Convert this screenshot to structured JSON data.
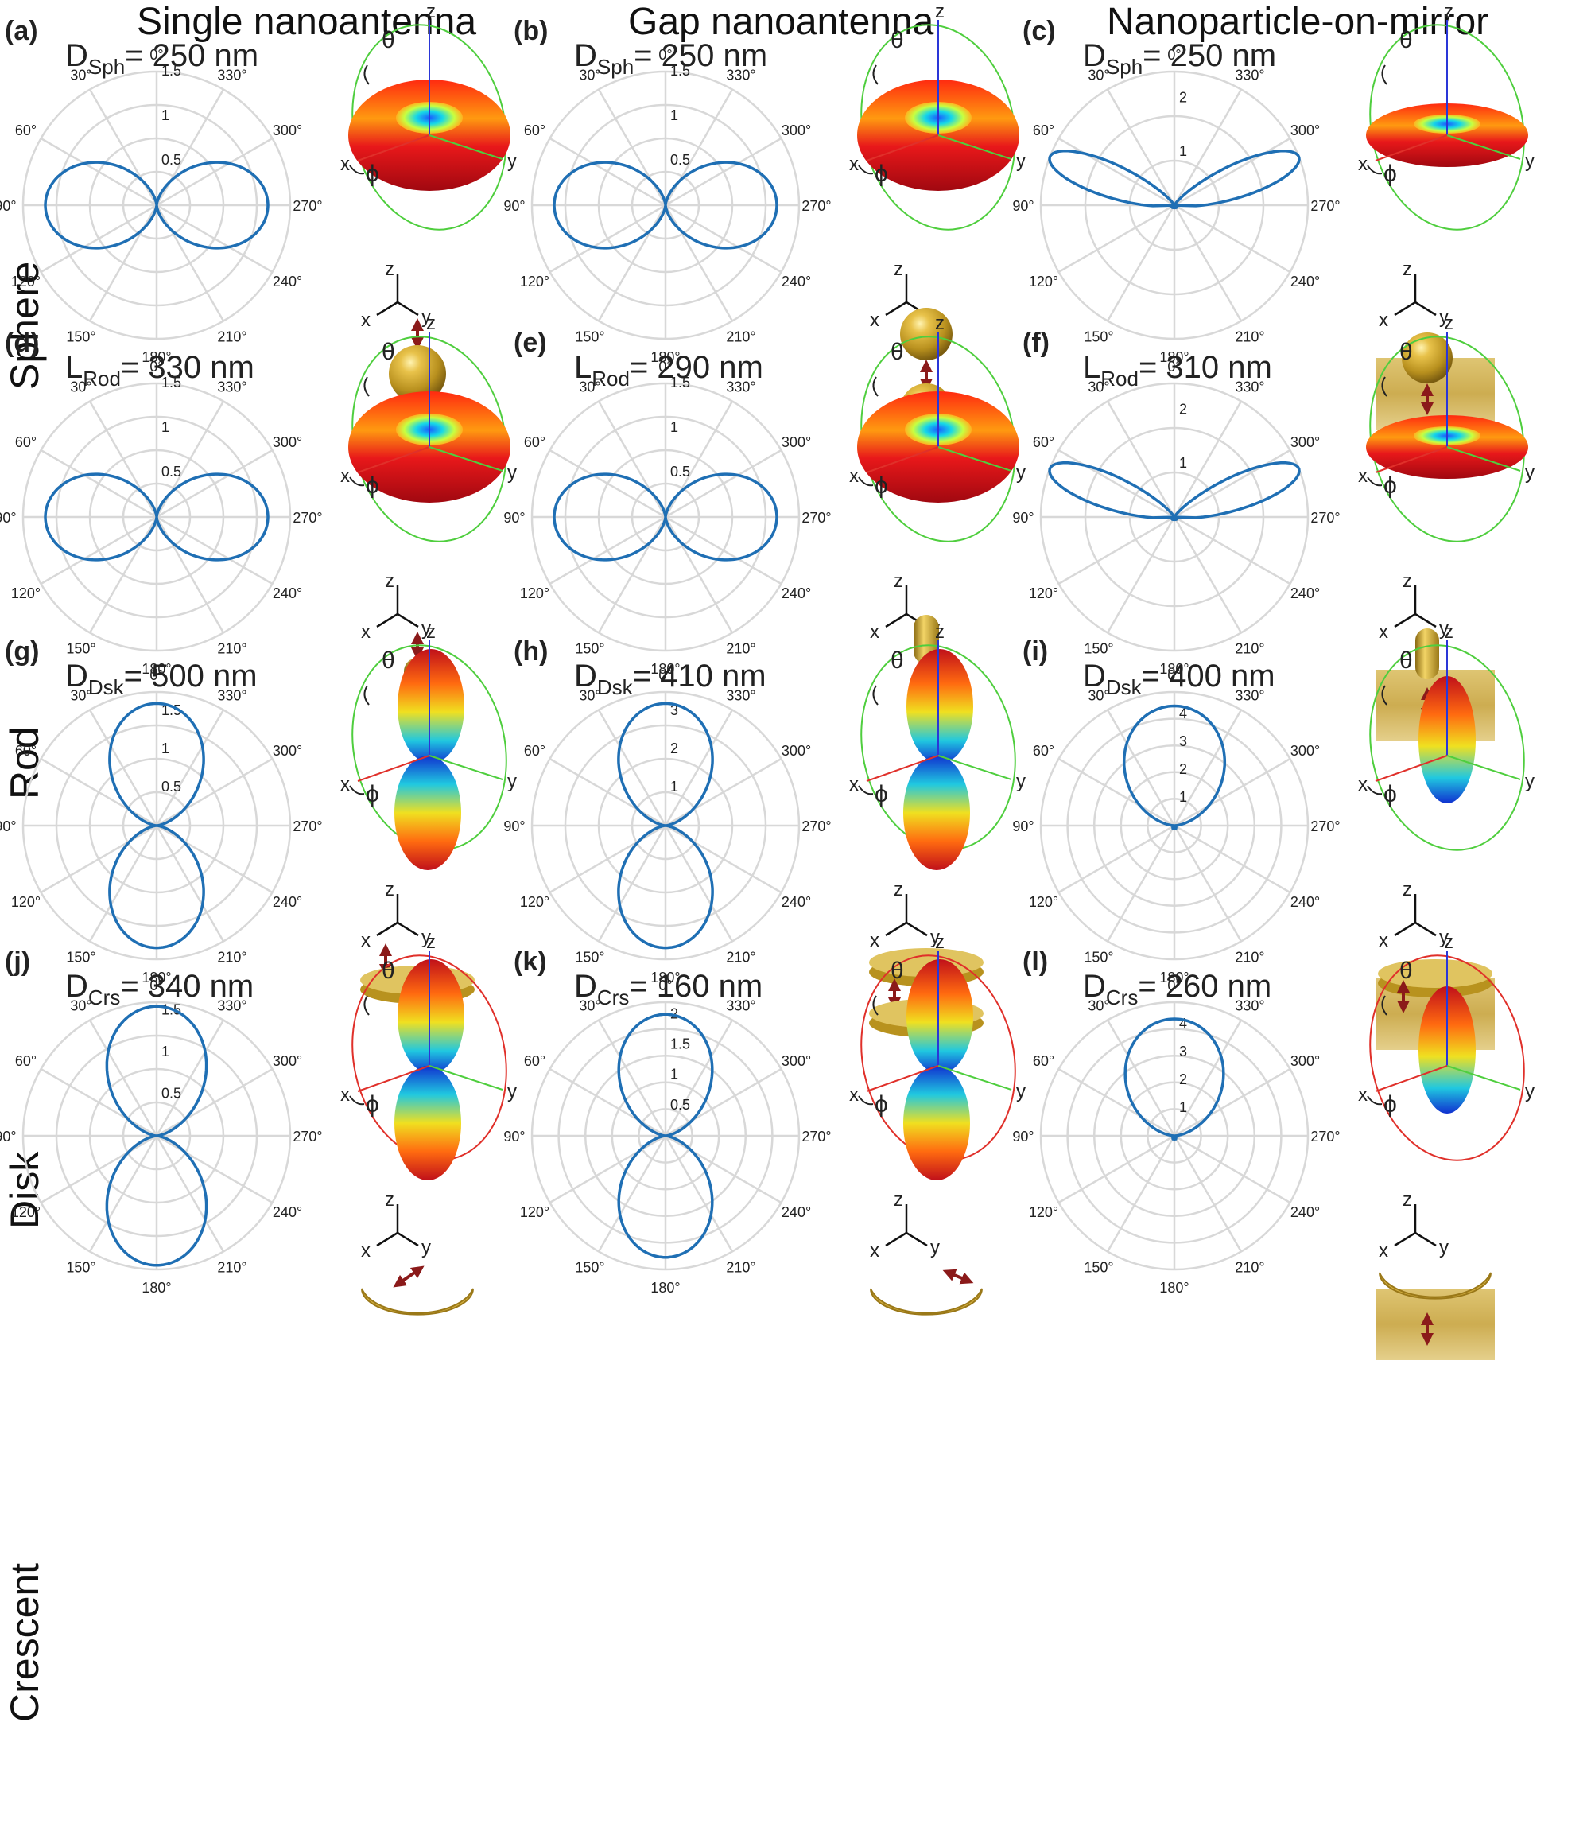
{
  "columns": [
    "Single nanoantenna",
    "Gap nanoantenna",
    "Nanoparticle-on-mirror"
  ],
  "rows": [
    "Sphere",
    "Rod",
    "Disk",
    "Crescent"
  ],
  "angle_labels": [
    "0°",
    "30°",
    "60°",
    "90°",
    "120°",
    "150°",
    "180°",
    "210°",
    "240°",
    "270°",
    "300°",
    "330°"
  ],
  "colors": {
    "curve": "#1f6fb4",
    "grid": "#d8d8d8",
    "xaxis": "#e0302a",
    "yaxis": "#4fce3e",
    "zaxis": "#2a36d8",
    "ring_green": "#4fce3e",
    "ring_red": "#e0302a",
    "gold": "#c9a227",
    "arrow": "#8b1a1a"
  },
  "angle_symbols": {
    "theta": "θ",
    "phi": "ϕ"
  },
  "axis_letters": {
    "x": "x",
    "y": "y",
    "z": "z"
  },
  "chart_data": [
    {
      "type": "polar",
      "panel": "(a)",
      "label": "D",
      "sub": "Sph",
      "value": "= 250 nm",
      "row": 0,
      "col": 0,
      "pattern": "horizontal",
      "rmax": 1.5,
      "ticks": [
        "0.5",
        "1",
        "1.5"
      ],
      "peak": 1.25,
      "far_field": "torus",
      "ring": "green",
      "schematic": "sphere"
    },
    {
      "type": "polar",
      "panel": "(b)",
      "label": "D",
      "sub": "Sph",
      "value": "= 250 nm",
      "row": 0,
      "col": 1,
      "pattern": "horizontal",
      "rmax": 1.5,
      "ticks": [
        "0.5",
        "1",
        "1.5"
      ],
      "peak": 1.25,
      "far_field": "torus",
      "ring": "green",
      "schematic": "sphere-gap"
    },
    {
      "type": "polar",
      "panel": "(c)",
      "label": "D",
      "sub": "Sph",
      "value": "= 250 nm",
      "row": 0,
      "col": 2,
      "pattern": "mirror-lobes",
      "rmax": 2.5,
      "ticks": [
        "1",
        "2"
      ],
      "peak": 2.5,
      "far_field": "flat-torus",
      "ring": "green",
      "schematic": "sphere-mirror"
    },
    {
      "type": "polar",
      "panel": "(d)",
      "label": "L",
      "sub": "Rod",
      "value": "= 330 nm",
      "row": 1,
      "col": 0,
      "pattern": "horizontal",
      "rmax": 1.5,
      "ticks": [
        "0.5",
        "1",
        "1.5"
      ],
      "peak": 1.25,
      "far_field": "torus",
      "ring": "green",
      "schematic": "rod"
    },
    {
      "type": "polar",
      "panel": "(e)",
      "label": "L",
      "sub": "Rod",
      "value": "= 290 nm",
      "row": 1,
      "col": 1,
      "pattern": "horizontal",
      "rmax": 1.5,
      "ticks": [
        "0.5",
        "1",
        "1.5"
      ],
      "peak": 1.25,
      "far_field": "torus",
      "ring": "green",
      "schematic": "rod-gap"
    },
    {
      "type": "polar",
      "panel": "(f)",
      "label": "L",
      "sub": "Rod",
      "value": "= 310 nm",
      "row": 1,
      "col": 2,
      "pattern": "mirror-lobes",
      "rmax": 2.5,
      "ticks": [
        "1",
        "2"
      ],
      "peak": 2.5,
      "far_field": "flat-torus",
      "ring": "green",
      "schematic": "rod-mirror"
    },
    {
      "type": "polar",
      "panel": "(g)",
      "label": "D",
      "sub": "Dsk",
      "value": "= 500 nm",
      "row": 2,
      "col": 0,
      "pattern": "vertical",
      "rmax": 1.75,
      "ticks": [
        "0.5",
        "1",
        "1.5"
      ],
      "peak": 1.6,
      "far_field": "vertical-lobes",
      "ring": "green",
      "schematic": "disk"
    },
    {
      "type": "polar",
      "panel": "(h)",
      "label": "D",
      "sub": "Dsk",
      "value": "= 410 nm",
      "row": 2,
      "col": 1,
      "pattern": "vertical",
      "rmax": 3.5,
      "ticks": [
        "1",
        "2",
        "3"
      ],
      "peak": 3.2,
      "far_field": "vertical-lobes",
      "ring": "green",
      "schematic": "disk-gap"
    },
    {
      "type": "polar",
      "panel": "(i)",
      "label": "D",
      "sub": "Dsk",
      "value": "= 400 nm",
      "row": 2,
      "col": 2,
      "pattern": "up-lobe",
      "rmax": 4.8,
      "ticks": [
        "1",
        "2",
        "3",
        "4"
      ],
      "peak": 4.3,
      "far_field": "single-lobe",
      "ring": "green",
      "schematic": "disk-mirror"
    },
    {
      "type": "polar",
      "panel": "(j)",
      "label": "D",
      "sub": "Crs",
      "value": "= 340 nm",
      "row": 3,
      "col": 0,
      "pattern": "vertical",
      "rmax": 1.6,
      "ticks": [
        "0.5",
        "1",
        "1.5"
      ],
      "peak": 1.55,
      "far_field": "vertical-lobes",
      "ring": "red",
      "schematic": "crescent"
    },
    {
      "type": "polar",
      "panel": "(k)",
      "label": "D",
      "sub": "Crs",
      "value": "= 160 nm",
      "row": 3,
      "col": 1,
      "pattern": "vertical",
      "rmax": 2.2,
      "ticks": [
        "0.5",
        "1",
        "1.5",
        "2"
      ],
      "peak": 2.0,
      "far_field": "vertical-lobes",
      "ring": "red",
      "schematic": "crescent-gap"
    },
    {
      "type": "polar",
      "panel": "(l)",
      "label": "D",
      "sub": "Crs",
      "value": "= 260 nm",
      "row": 3,
      "col": 2,
      "pattern": "up-lobe",
      "rmax": 4.8,
      "ticks": [
        "1",
        "2",
        "3",
        "4"
      ],
      "peak": 4.2,
      "far_field": "single-lobe",
      "ring": "red",
      "schematic": "crescent-mirror"
    }
  ]
}
